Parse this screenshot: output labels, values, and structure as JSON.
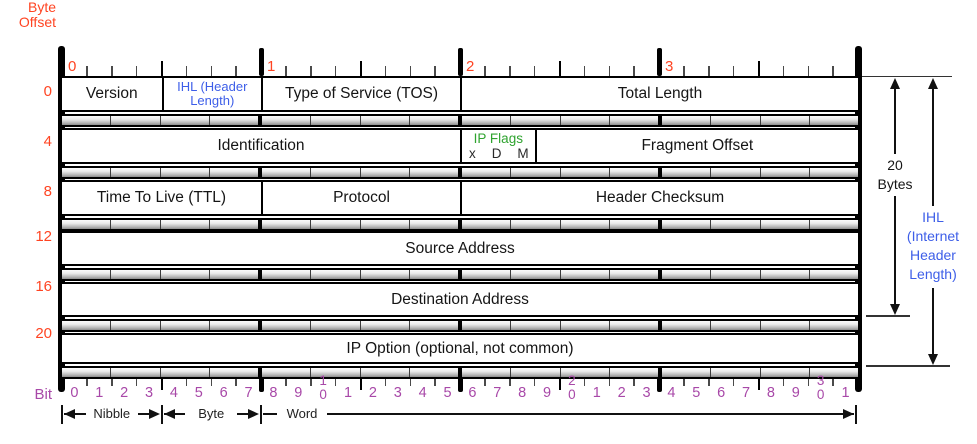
{
  "colors": {
    "accent_red": "#FF4422",
    "accent_blue": "#3D5EE8",
    "accent_green": "#2FA32F",
    "accent_purple": "#A848A8"
  },
  "left_axis": {
    "title_lines": [
      "Byte",
      "Offset"
    ],
    "offsets": [
      "0",
      "4",
      "8",
      "12",
      "16",
      "20"
    ],
    "bit_label": "Bit"
  },
  "top_ruler": {
    "byte_numbers": [
      "0",
      "1",
      "2",
      "3"
    ]
  },
  "rows": [
    {
      "cells": [
        {
          "label": "Version",
          "bits": 4
        },
        {
          "label_lines": [
            "IHL (Header",
            "Length)"
          ],
          "bits": 4,
          "style": "blue"
        },
        {
          "label": "Type of Service (TOS)",
          "bits": 8
        },
        {
          "label": "Total Length",
          "bits": 16
        }
      ]
    },
    {
      "cells": [
        {
          "label": "Identification",
          "bits": 16
        },
        {
          "label": "IP Flags",
          "flags": [
            "x",
            "D",
            "M"
          ],
          "bits": 3,
          "style": "green"
        },
        {
          "label": "Fragment Offset",
          "bits": 13
        }
      ]
    },
    {
      "cells": [
        {
          "label": "Time To Live (TTL)",
          "bits": 8
        },
        {
          "label": "Protocol",
          "bits": 8
        },
        {
          "label": "Header Checksum",
          "bits": 16
        }
      ]
    },
    {
      "cells": [
        {
          "label": "Source Address",
          "bits": 32
        }
      ]
    },
    {
      "cells": [
        {
          "label": "Destination Address",
          "bits": 32
        }
      ]
    },
    {
      "cells": [
        {
          "label": "IP Option (optional, not common)",
          "bits": 32
        }
      ]
    }
  ],
  "bottom_ruler": {
    "bit_labels": [
      "0",
      "1",
      "2",
      "3",
      "4",
      "5",
      "6",
      "7",
      "8",
      "9",
      "10",
      "1",
      "2",
      "3",
      "4",
      "5",
      "6",
      "7",
      "8",
      "9",
      "20",
      "1",
      "2",
      "3",
      "4",
      "5",
      "6",
      "7",
      "8",
      "9",
      "30",
      "1"
    ]
  },
  "scale_brackets": [
    {
      "label": "Nibble"
    },
    {
      "label": "Byte"
    },
    {
      "label": "Word"
    }
  ],
  "side_annotations": {
    "total_bytes_lines": [
      "20",
      "Bytes"
    ],
    "ihl_lines": [
      "IHL",
      "(Internet",
      "Header",
      "Length)"
    ]
  }
}
